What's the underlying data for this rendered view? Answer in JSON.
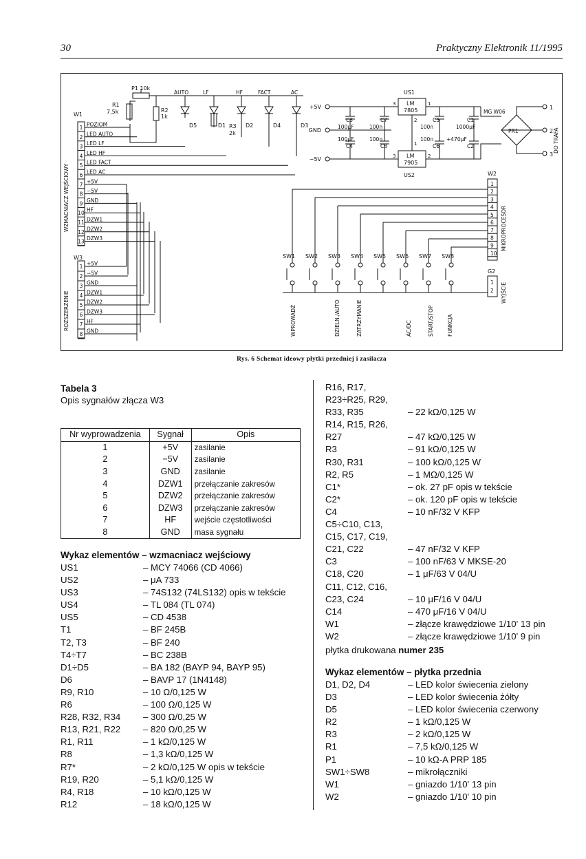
{
  "header": {
    "page_number": "30",
    "journal": "Praktyczny Elektronik 11/1995"
  },
  "figure": {
    "caption": "Rys. 6 Schemat ideowy płytki przedniej i zasilacza",
    "conn_w1": {
      "name": "W1",
      "side_label": "WZMACNIACZ WEJŚCIOWY",
      "pins": [
        {
          "n": "1",
          "label": "POZIOM"
        },
        {
          "n": "2",
          "label": "LED AUTO"
        },
        {
          "n": "3",
          "label": "LED LF"
        },
        {
          "n": "4",
          "label": "LED HF"
        },
        {
          "n": "5",
          "label": "LED FACT"
        },
        {
          "n": "6",
          "label": "LED AC"
        },
        {
          "n": "7",
          "label": "+5V"
        },
        {
          "n": "8",
          "label": "−5V"
        },
        {
          "n": "9",
          "label": "GND"
        },
        {
          "n": "10",
          "label": "HF"
        },
        {
          "n": "11",
          "label": "DZW1"
        },
        {
          "n": "12",
          "label": "DZW2"
        },
        {
          "n": "13",
          "label": "DZW3"
        }
      ]
    },
    "conn_w3": {
      "name": "W3",
      "side_label": "ROZSZERZENIE",
      "pins": [
        {
          "n": "1",
          "label": "+5V"
        },
        {
          "n": "2",
          "label": "−5V"
        },
        {
          "n": "3",
          "label": "GND"
        },
        {
          "n": "4",
          "label": "DZW1"
        },
        {
          "n": "5",
          "label": "DZW2"
        },
        {
          "n": "6",
          "label": "DZW3"
        },
        {
          "n": "7",
          "label": "HF"
        },
        {
          "n": "8",
          "label": "GND"
        }
      ]
    },
    "conn_w2": {
      "name": "W2",
      "side_label": "MIKROPROCESOR",
      "pins": [
        "1",
        "2",
        "3",
        "4",
        "5",
        "6",
        "7",
        "8",
        "9",
        "10"
      ]
    },
    "conn_g2": {
      "name": "G2",
      "side_label": "WYJŚCIE",
      "pins": [
        "1",
        "2"
      ]
    },
    "parts": {
      "p1": "P1 10k",
      "r1": "R1",
      "r1v": "7,5k",
      "r2": "R2",
      "r2v": "1k",
      "r3": "R3",
      "r3v": "2k",
      "led_names": [
        "AUTO",
        "LF",
        "HF",
        "FACT",
        "AC"
      ],
      "led_refs": [
        "D5",
        "D1",
        "D2",
        "D4",
        "D3"
      ]
    },
    "supply": {
      "plus5": "+5V",
      "minus5": "−5V",
      "gnd": "GND",
      "us1": "US1",
      "us2": "US2",
      "lm": "LM",
      "reg1": "7805",
      "reg2": "7905",
      "pin1": "1",
      "pin2": "2",
      "pin3": "3",
      "c3": "C3",
      "c4": "C4",
      "c7": "C7",
      "c8": "C8",
      "c5": "C5",
      "c6": "C6",
      "c1": "C1",
      "c2": "C2",
      "c100u": "100μF",
      "c100n": "100n",
      "c1000u": "1000μF",
      "c470u": "+470μF",
      "bridge": "MG W06",
      "pr1": "PR1",
      "out1": "1",
      "out2": "2",
      "out3": "3",
      "trafo": "DO TRAFA"
    },
    "switches": {
      "names": [
        "SW1",
        "SW2",
        "SW3",
        "SW4",
        "SW5",
        "SW6",
        "SW7",
        "SW8"
      ],
      "labels": [
        "WPROWADŹ",
        "DZIELN./AUTO",
        "ZATRZYMANIE",
        "AC/DC",
        "START/STOP",
        "FUNKCJA"
      ]
    }
  },
  "table3": {
    "title": "Tabela 3",
    "subtitle": "Opis sygnałów złącza W3",
    "headers": [
      "Nr wyprowadzenia",
      "Sygnał",
      "Opis"
    ],
    "rows": [
      [
        "1",
        "+5V",
        "zasilanie"
      ],
      [
        "2",
        "−5V",
        "zasilanie"
      ],
      [
        "3",
        "GND",
        "zasilanie"
      ],
      [
        "4",
        "DZW1",
        "przełączanie zakresów"
      ],
      [
        "5",
        "DZW2",
        "przełączanie zakresów"
      ],
      [
        "6",
        "DZW3",
        "przełączanie zakresów"
      ],
      [
        "7",
        "HF",
        "wejście częstotliwości"
      ],
      [
        "8",
        "GND",
        "masa sygnału"
      ]
    ]
  },
  "list_input_amp": {
    "title": "Wykaz elementów – wzmacniacz wejściowy",
    "items": [
      [
        "US1",
        "– MCY 74066 (CD 4066)"
      ],
      [
        "US2",
        "– μA 733"
      ],
      [
        "US3",
        "– 74S132 (74LS132) opis w tekście"
      ],
      [
        "US4",
        "– TL 084 (TL 074)"
      ],
      [
        "US5",
        "– CD 4538"
      ],
      [
        "T1",
        "– BF 245B"
      ],
      [
        "T2, T3",
        "– BF 240"
      ],
      [
        "T4÷T7",
        "– BC 238B"
      ],
      [
        "D1÷D5",
        "– BA 182 (BAYP 94, BAYP 95)"
      ],
      [
        "D6",
        "– BAVP 17 (1N4148)"
      ],
      [
        "R9, R10",
        "– 10 Ω/0,125 W"
      ],
      [
        "R6",
        "– 100 Ω/0,125 W"
      ],
      [
        "R28, R32, R34",
        "– 300 Ω/0,25 W"
      ],
      [
        "R13, R21, R22",
        "– 820 Ω/0,25 W"
      ],
      [
        "R1, R11",
        "– 1 kΩ/0,125 W"
      ],
      [
        "R8",
        "– 1,3 kΩ/0,125 W"
      ],
      [
        "R7*",
        "– 2 kΩ/0,125 W opis w tekście"
      ],
      [
        "R19, R20",
        "– 5,1 kΩ/0,125 W"
      ],
      [
        "R4, R18",
        "– 10 kΩ/0,125 W"
      ],
      [
        "R12",
        "– 18 kΩ/0,125 W"
      ]
    ]
  },
  "list_continued": {
    "items": [
      [
        "R16, R17,",
        ""
      ],
      [
        "R23÷R25, R29,",
        ""
      ],
      [
        "R33, R35",
        "– 22 kΩ/0,125 W"
      ],
      [
        "R14, R15, R26,",
        ""
      ],
      [
        "R27",
        "– 47 kΩ/0,125 W"
      ],
      [
        "R3",
        "– 91 kΩ/0,125 W"
      ],
      [
        "R30, R31",
        "– 100 kΩ/0,125 W"
      ],
      [
        "R2, R5",
        "– 1 MΩ/0,125 W"
      ],
      [
        "C1*",
        "– ok. 27 pF opis w tekście"
      ],
      [
        "C2*",
        "– ok. 120 pF opis w tekście"
      ],
      [
        "C4",
        "– 10 nF/32 V KFP"
      ],
      [
        "C5÷C10, C13,",
        ""
      ],
      [
        "C15, C17, C19,",
        ""
      ],
      [
        "C21, C22",
        "– 47 nF/32 V KFP"
      ],
      [
        "C3",
        "– 100 nF/63 V MKSE-20"
      ],
      [
        "C18, C20",
        "– 1 μF/63 V 04/U"
      ],
      [
        "C11, C12, C16,",
        ""
      ],
      [
        "C23, C24",
        "– 10 μF/16 V 04/U"
      ],
      [
        "C14",
        "– 470 μF/16 V 04/U"
      ],
      [
        "W1",
        "– złącze krawędziowe 1/10' 13 pin"
      ],
      [
        "W2",
        "– złącze krawędziowe 1/10' 9 pin"
      ]
    ],
    "pcb_prefix": "płytka drukowana ",
    "pcb_number": "numer 235"
  },
  "list_front_panel": {
    "title": "Wykaz elementów – płytka przednia",
    "items": [
      [
        "D1, D2, D4",
        "– LED kolor świecenia zielony"
      ],
      [
        "D3",
        "– LED kolor świecenia żółty"
      ],
      [
        "D5",
        "– LED kolor świecenia czerwony"
      ],
      [
        "R2",
        "– 1 kΩ/0,125 W"
      ],
      [
        "R3",
        "– 2 kΩ/0,125 W"
      ],
      [
        "R1",
        "– 7,5 kΩ/0,125 W"
      ],
      [
        "P1",
        "– 10 kΩ-A PRP 185"
      ],
      [
        "SW1÷SW8",
        "– mikrołączniki"
      ],
      [
        "W1",
        "– gniazdo 1/10' 13 pin"
      ],
      [
        "W2",
        "– gniazdo 1/10' 10 pin"
      ]
    ]
  }
}
